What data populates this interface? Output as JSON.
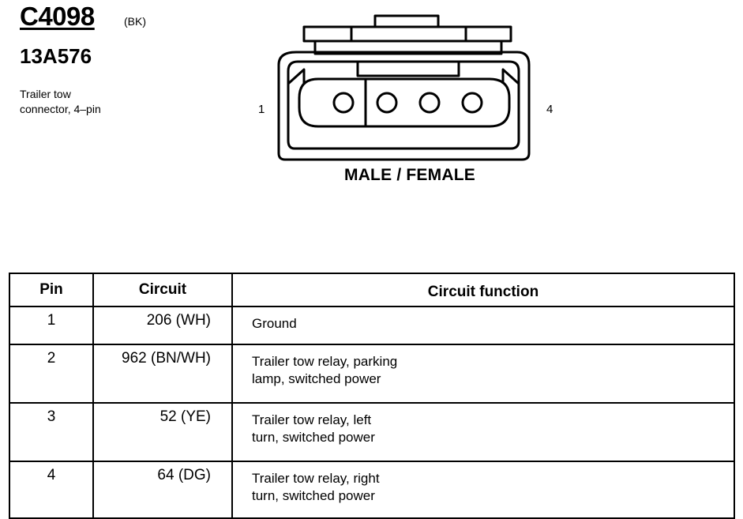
{
  "connector": {
    "id": "C4098",
    "color_code": "(BK)",
    "part_number": "13A576",
    "description_line1": "Trailer tow",
    "description_line2": "connector, 4–pin"
  },
  "diagram": {
    "pin_label_left": "1",
    "pin_label_right": "4",
    "gender": "MALE / FEMALE"
  },
  "table": {
    "headers": {
      "pin": "Pin",
      "circuit": "Circuit",
      "function": "Circuit function"
    },
    "rows": [
      {
        "pin": "1",
        "circuit": "206 (WH)",
        "function_line1": "Ground",
        "function_line2": ""
      },
      {
        "pin": "2",
        "circuit": "962 (BN/WH)",
        "function_line1": "Trailer tow relay, parking",
        "function_line2": "lamp, switched power"
      },
      {
        "pin": "3",
        "circuit": "52 (YE)",
        "function_line1": "Trailer tow relay, left",
        "function_line2": "turn, switched power"
      },
      {
        "pin": "4",
        "circuit": "64 (DG)",
        "function_line1": "Trailer tow relay, right",
        "function_line2": "turn, switched power"
      }
    ]
  }
}
